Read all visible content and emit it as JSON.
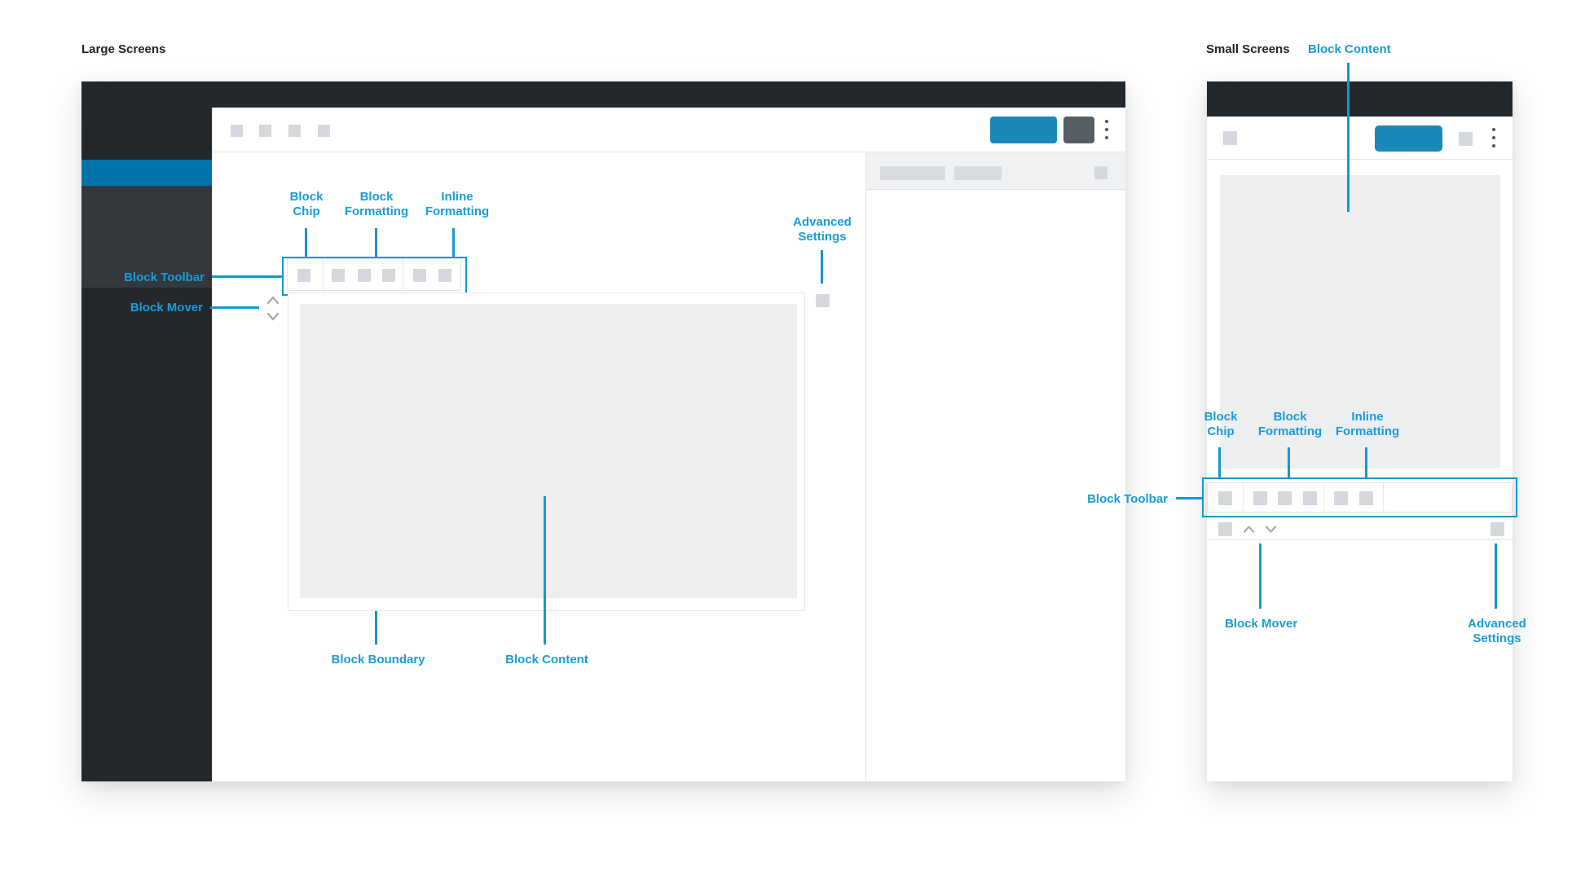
{
  "titles": {
    "large": "Large Screens",
    "small": "Small Screens"
  },
  "annotations": {
    "block_toolbar": "Block Toolbar",
    "block_mover": "Block Mover",
    "block_boundary": "Block Boundary",
    "block_content": "Block Content",
    "block_chip_l1": "Block",
    "block_chip_l2": "Chip",
    "block_formatting_l1": "Block",
    "block_formatting_l2": "Formatting",
    "inline_formatting_l1": "Inline",
    "inline_formatting_l2": "Formatting",
    "advanced_settings_l1": "Advanced",
    "advanced_settings_l2": "Settings"
  },
  "colors": {
    "accent": "#1797cd",
    "label-blue": "#189dd8",
    "wp-dark": "#23282d",
    "wp-submenu": "#32373c",
    "selected-blue": "#0074a8",
    "publish-blue": "#1a88b8",
    "tool-gray": "#d5d8dc",
    "content-gray": "#edeef0",
    "border-light": "#e2e4e7",
    "chevron-gray": "#a7aaae",
    "dark-button": "#575d64",
    "panel-band": "#f0f1f3",
    "title-dark": "#1d2327"
  }
}
